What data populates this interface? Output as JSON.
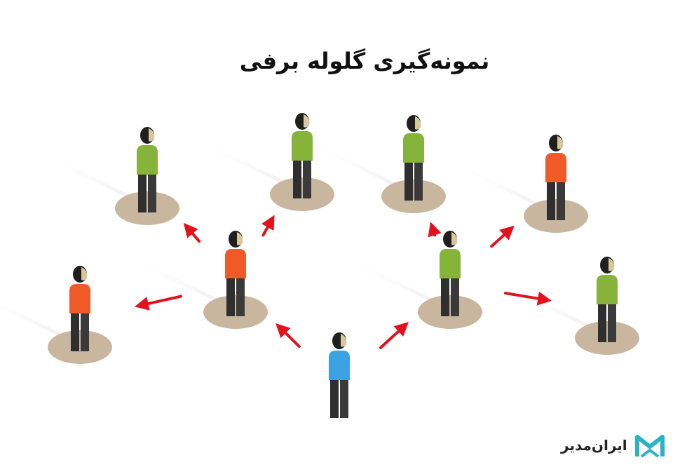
{
  "title": "نمونه‌گیری گلوله برفی",
  "logo": {
    "text": "ایران‌مدیر",
    "icon": "m-logo-icon"
  },
  "colors": {
    "arrow": "#e2111b",
    "base": "#c8b69f",
    "shadow": "#ececec",
    "head": "#1f1f1f",
    "face": "#d8c79a",
    "legs": "#2f2f2f",
    "logo_accent": "#2bb3c5"
  },
  "people": [
    {
      "id": "source",
      "shirt": "#3ba3e3",
      "role": "seed"
    },
    {
      "id": "wave1-left",
      "shirt": "#f05a28",
      "role": "recruited"
    },
    {
      "id": "wave1-right",
      "shirt": "#86b33a",
      "role": "recruited"
    },
    {
      "id": "wave2-far-left",
      "shirt": "#f05a28",
      "role": "recruited"
    },
    {
      "id": "wave2-upper-left-a",
      "shirt": "#86b33a",
      "role": "recruited"
    },
    {
      "id": "wave2-upper-left-b",
      "shirt": "#86b33a",
      "role": "recruited"
    },
    {
      "id": "wave2-upper-right-a",
      "shirt": "#86b33a",
      "role": "recruited"
    },
    {
      "id": "wave2-upper-right-b",
      "shirt": "#f05a28",
      "role": "recruited"
    },
    {
      "id": "wave2-far-right",
      "shirt": "#86b33a",
      "role": "recruited"
    }
  ],
  "edges": [
    {
      "from": "source",
      "to": "wave1-left"
    },
    {
      "from": "source",
      "to": "wave1-right"
    },
    {
      "from": "wave1-left",
      "to": "wave2-far-left"
    },
    {
      "from": "wave1-left",
      "to": "wave2-upper-left-a"
    },
    {
      "from": "wave1-left",
      "to": "wave2-upper-left-b"
    },
    {
      "from": "wave1-right",
      "to": "wave2-upper-right-a"
    },
    {
      "from": "wave1-right",
      "to": "wave2-upper-right-b"
    },
    {
      "from": "wave1-right",
      "to": "wave2-far-right"
    }
  ]
}
